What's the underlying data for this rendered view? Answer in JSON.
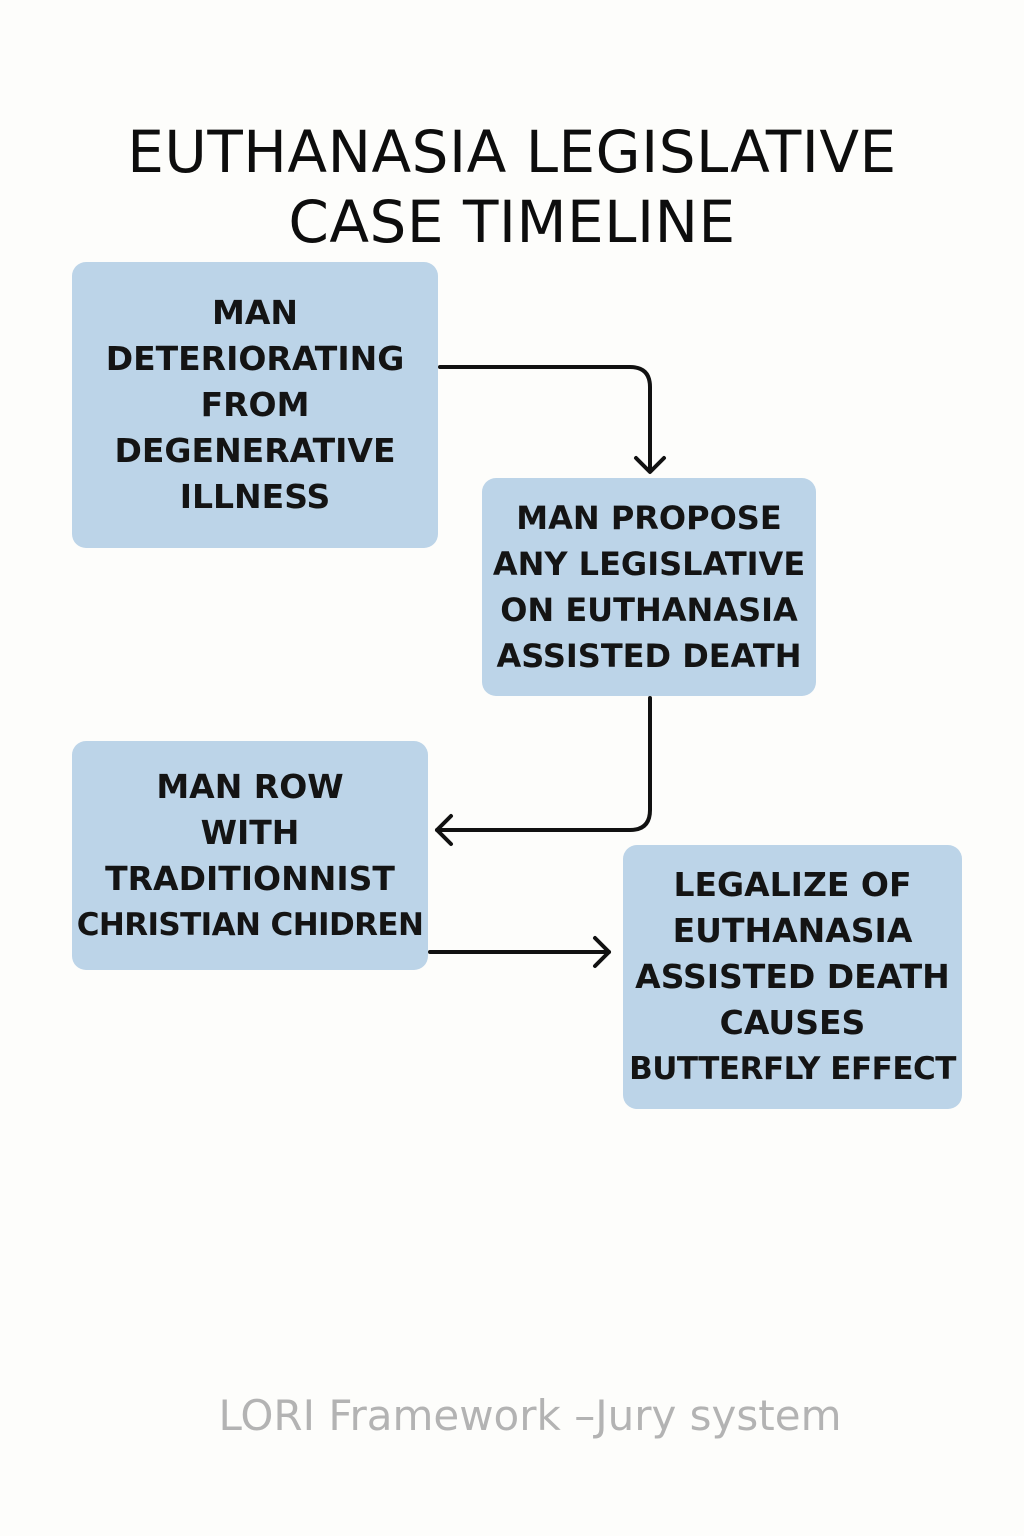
{
  "title": {
    "line1": "EUTHANASIA LEGISLATIVE",
    "line2": "CASE TIMELINE"
  },
  "nodes": [
    {
      "id": "node-1",
      "lines": [
        "MAN",
        "DETERIORATING",
        "FROM",
        "DEGENERATIVE",
        "ILLNESS"
      ]
    },
    {
      "id": "node-2",
      "lines": [
        "MAN PROPOSE",
        "ANY LEGISLATIVE",
        "ON EUTHANASIA",
        "ASSISTED DEATH"
      ]
    },
    {
      "id": "node-3",
      "lines": [
        "MAN ROW",
        "WITH",
        "TRADITIONNIST",
        "CHRISTIAN CHIDREN"
      ]
    },
    {
      "id": "node-4",
      "lines": [
        "LEGALIZE OF",
        "EUTHANASIA",
        "ASSISTED DEATH",
        "CAUSES",
        "BUTTERFLY EFFECT"
      ]
    }
  ],
  "edges": [
    {
      "from": "node-1",
      "to": "node-2"
    },
    {
      "from": "node-2",
      "to": "node-3"
    },
    {
      "from": "node-3",
      "to": "node-4"
    }
  ],
  "footer": "LORI Framework –Jury system",
  "colors": {
    "box_fill": "#bcd4e8",
    "arrow": "#111111",
    "footer_text": "#b3b3b3"
  }
}
